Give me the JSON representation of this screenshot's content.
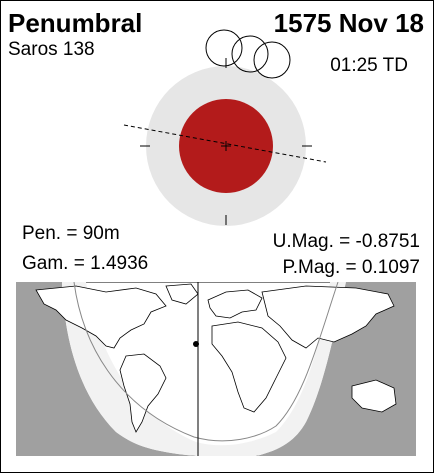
{
  "header": {
    "eclipse_type": "Penumbral",
    "date": "1575 Nov 18",
    "saros": "Saros 138",
    "time": "01:25 TD"
  },
  "stats": {
    "pen_duration": "Pen. =  90m",
    "gamma": "Gam. = 1.4936",
    "umbral_magnitude": "U.Mag. = -0.8751",
    "penumbral_magnitude": "P.Mag. = 0.1097"
  },
  "colors": {
    "penumbra": "#e6e6e6",
    "umbra": "#b31b1b",
    "land": "#ffffff",
    "night_side": "#a0a0a0",
    "penumbral_visibility": "#f2f2f2"
  }
}
